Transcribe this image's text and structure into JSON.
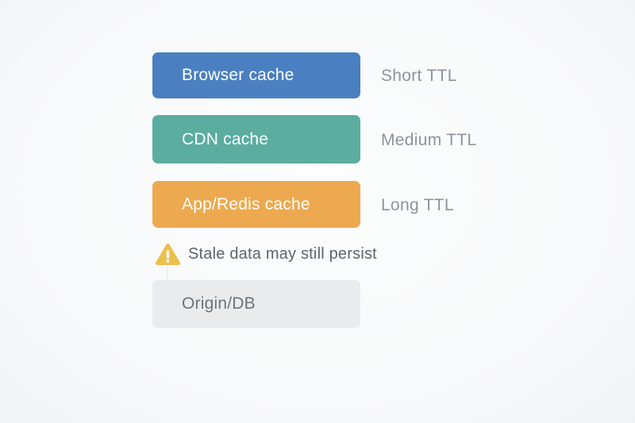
{
  "diagram": {
    "background_color": "#f8f9fa",
    "ttl_label_color": "#8d939c",
    "layers": [
      {
        "label": "Browser cache",
        "ttl": "Short TTL",
        "color": "#4a80c1",
        "text_color": "#ffffff"
      },
      {
        "label": "CDN cache",
        "ttl": "Medium TTL",
        "color": "#5bada0",
        "text_color": "#ffffff"
      },
      {
        "label": "App/Redis cache",
        "ttl": "Long TTL",
        "color": "#eda94f",
        "text_color": "#ffffff"
      }
    ],
    "warning": {
      "icon": "warning-triangle-icon",
      "icon_color": "#ecc04d",
      "text": "Stale data may still persist",
      "text_color": "#5d646d"
    },
    "origin": {
      "label": "Origin/DB",
      "color": "#e9ebed",
      "text_color": "#6e747c"
    }
  }
}
